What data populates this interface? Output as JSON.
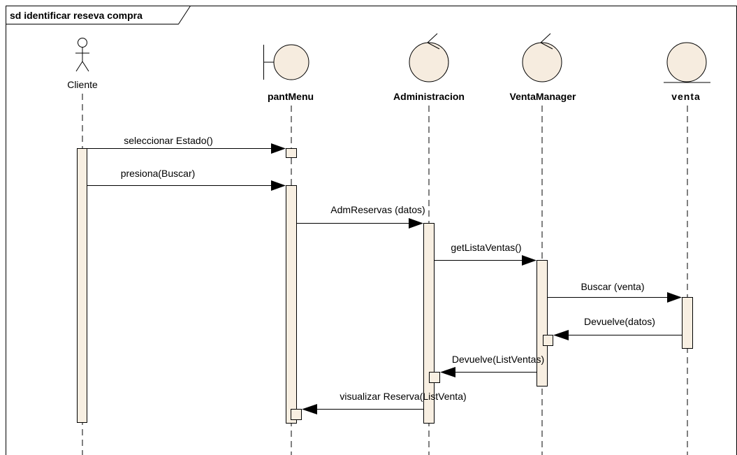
{
  "frame": {
    "title": "sd identificar  reseva compra"
  },
  "lifelines": [
    {
      "id": "cliente",
      "name": "Cliente",
      "icon": "actor-icon"
    },
    {
      "id": "pantmenu",
      "name": "pantMenu",
      "icon": "boundary-icon"
    },
    {
      "id": "administracion",
      "name": "Administracion",
      "icon": "control-icon"
    },
    {
      "id": "ventamanager",
      "name": "VentaManager",
      "icon": "control-icon"
    },
    {
      "id": "venta",
      "name": "venta",
      "icon": "entity-icon"
    }
  ],
  "messages": [
    {
      "label": "seleccionar Estado()"
    },
    {
      "label": "presiona(Buscar)"
    },
    {
      "label": "AdmReservas (datos)"
    },
    {
      "label": "getListaVentas()"
    },
    {
      "label": "Buscar (venta)"
    },
    {
      "label": "Devuelve(datos)"
    },
    {
      "label": "Devuelve(ListVentas)"
    },
    {
      "label": "visualizar Reserva(ListVenta)"
    }
  ],
  "colors": {
    "activation_fill": "#f8efe2",
    "icon_fill": "#f6ecdf",
    "line": "#000000"
  }
}
